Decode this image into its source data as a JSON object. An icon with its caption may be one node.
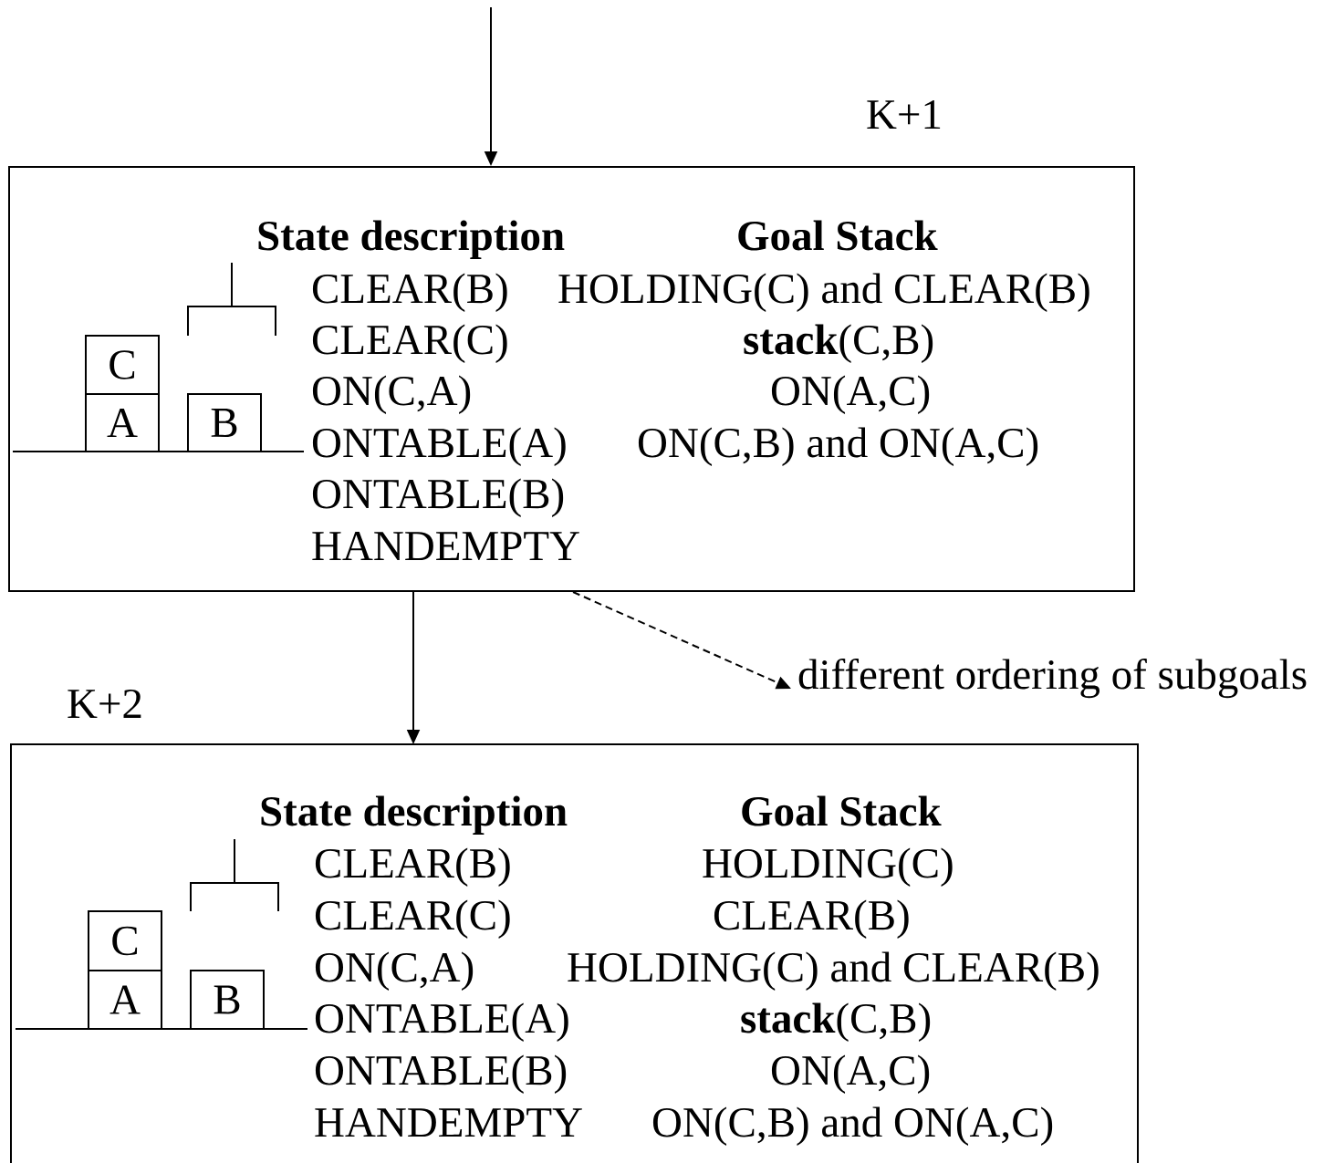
{
  "diagram": {
    "nodes": [
      {
        "text": [
          "State description",
          "CLEAR(B)",
          "CLEAR(C)",
          "ON(C,A)",
          "ONTABLE(A)",
          "ONTABLE(B)",
          "HANDEMPTY",
          "Goal Stack",
          "HOLDING(C) and CLEAR(B)",
          "**stack**(C,B)",
          "ON(A,C)",
          "ON(C,B) and ON(A,C)"
        ],
        "beside": [
          "K+1"
        ]
      },
      {
        "text": [
          "C"
        ],
        "in": 0
      },
      {
        "text": [
          "A"
        ],
        "in": 0
      },
      {
        "text": [
          "B"
        ],
        "in": 0
      },
      {
        "text": [
          "different ordering of subgoals"
        ]
      },
      {
        "text": [
          "State description",
          "CLEAR(B)",
          "CLEAR(C)",
          "ON(C,A)",
          "ONTABLE(A)",
          "ONTABLE(B)",
          "HANDEMPTY",
          "Goal Stack",
          "HOLDING(C)",
          "CLEAR(B)",
          "HOLDING(C) and CLEAR(B)",
          "**stack**(C,B)",
          "ON(A,C)",
          "ON(C,B) and ON(A,C)"
        ],
        "beside": [
          "K+2"
        ]
      },
      {
        "text": [
          "C"
        ],
        "in": 5
      },
      {
        "text": [
          "A"
        ],
        "in": 5
      },
      {
        "text": [
          "B"
        ],
        "in": 5
      }
    ],
    "edges": [
      {
        "from": null,
        "to": 0,
        "arrow": "to"
      },
      {
        "from": 0,
        "to": 5,
        "arrow": "to"
      },
      {
        "from": 0,
        "to": 4,
        "arrow": "to",
        "style": "dashed"
      }
    ]
  }
}
